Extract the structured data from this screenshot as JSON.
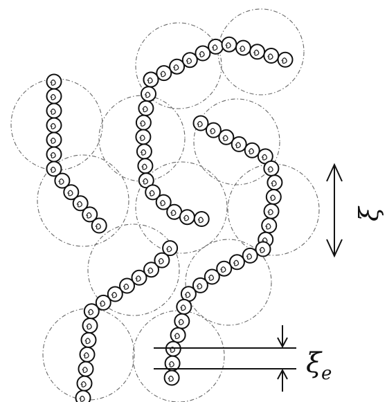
{
  "labels": {
    "xi_symbol": "ξ",
    "xi_e_symbol": "ξ",
    "xi_e_subscript": "e"
  },
  "colors": {
    "ink": "#111111",
    "blob_outline": "#666666",
    "background": "#ffffff"
  }
}
